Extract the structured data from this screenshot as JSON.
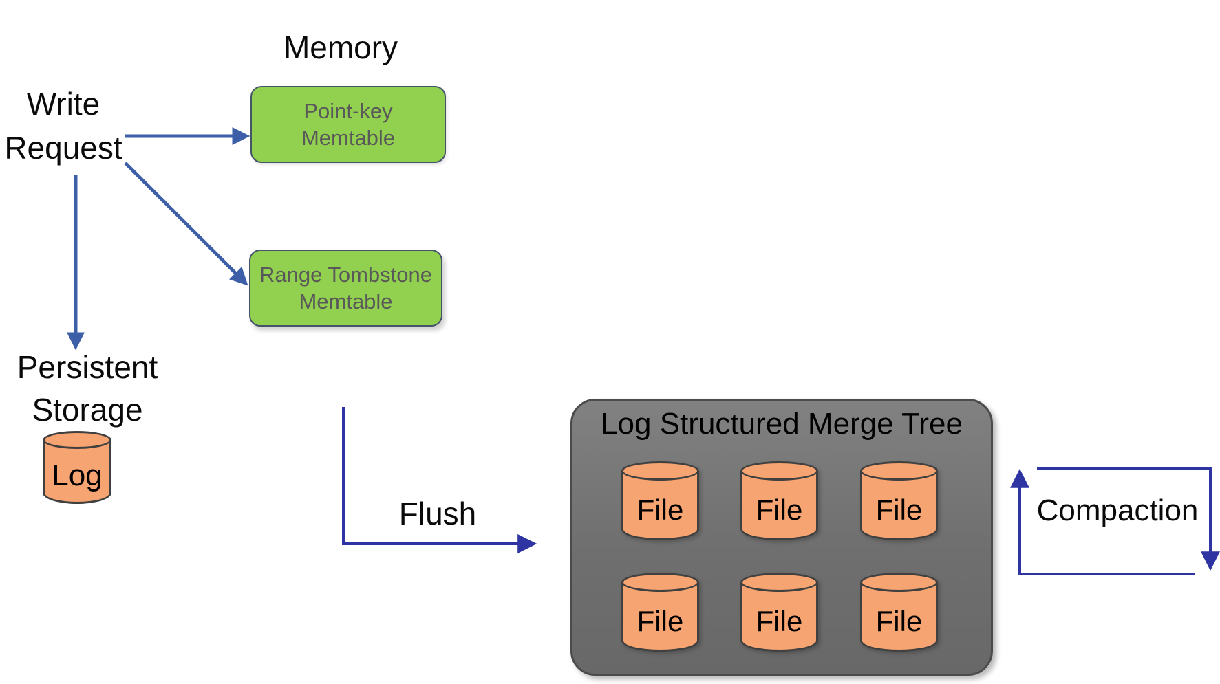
{
  "memory_section": {
    "label": "Memory",
    "point_key_memtable": {
      "line1": "Point-key",
      "line2": "Memtable"
    },
    "range_tombstone_memtable": {
      "line1": "Range Tombstone",
      "line2": "Memtable"
    }
  },
  "write_request": {
    "line1": "Write",
    "line2": "Request"
  },
  "persistent_storage": {
    "line1": "Persistent",
    "line2": "Storage",
    "log_label": "Log"
  },
  "flush_label": "Flush",
  "compaction_label": "Compaction",
  "lsm_tree": {
    "title": "Log Structured Merge Tree",
    "files": [
      "File",
      "File",
      "File",
      "File",
      "File",
      "File"
    ]
  },
  "colors": {
    "memtable_fill": "#92d050",
    "memtable_border": "#44546a",
    "memtable_text": "#595959",
    "cylinder_fill": "#f6a471",
    "cylinder_border": "#404040",
    "lsm_box_fill": "#737373",
    "lsm_box_border": "#4b4b4b",
    "write_arrow_blue": "#3d5fa8",
    "flow_arrow_indigo": "#2e34a2",
    "label_text": "#0a0a0a"
  }
}
